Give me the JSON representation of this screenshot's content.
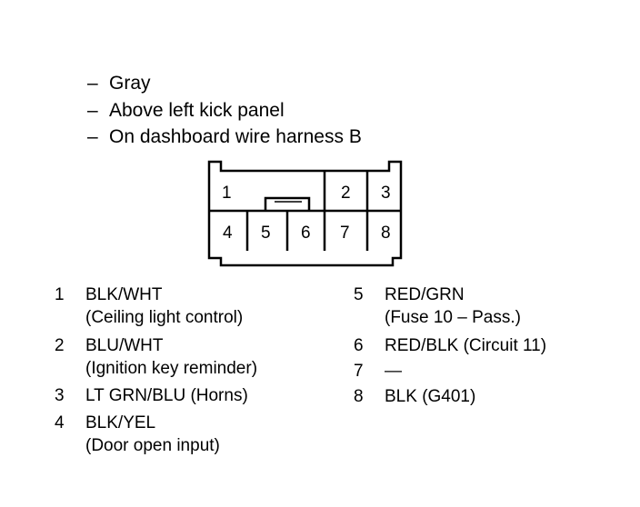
{
  "header": {
    "lines": [
      {
        "dash": "–",
        "text": "Gray"
      },
      {
        "dash": "–",
        "text": "Above left kick panel"
      },
      {
        "dash": "–",
        "text": "On dashboard wire harness B"
      }
    ]
  },
  "connector": {
    "cavities": [
      "1",
      "2",
      "3",
      "4",
      "5",
      "6",
      "7",
      "8"
    ]
  },
  "pins": [
    {
      "num": "1",
      "wire": "BLK/WHT",
      "desc": "(Ceiling light control)"
    },
    {
      "num": "2",
      "wire": "BLU/WHT",
      "desc": "(Ignition key reminder)"
    },
    {
      "num": "3",
      "wire": "LT GRN/BLU (Horns)",
      "desc": ""
    },
    {
      "num": "4",
      "wire": "BLK/YEL",
      "desc": "(Door open input)"
    },
    {
      "num": "5",
      "wire": "RED/GRN",
      "desc": "(Fuse 10 – Pass.)"
    },
    {
      "num": "6",
      "wire": "RED/BLK (Circuit 11)",
      "desc": ""
    },
    {
      "num": "7",
      "wire": "—",
      "desc": ""
    },
    {
      "num": "8",
      "wire": "BLK (G401)",
      "desc": ""
    }
  ]
}
